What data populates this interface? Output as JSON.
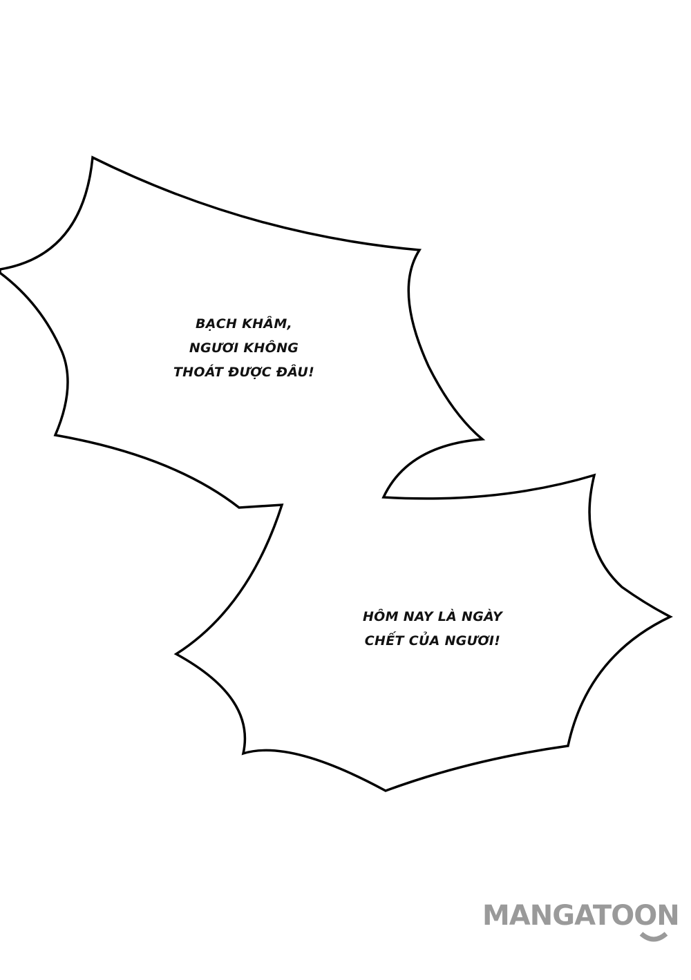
{
  "bubbles": [
    {
      "id": "bubble-1",
      "lines": [
        "BẠCH KHÂM,",
        "NGƯƠI KHÔNG",
        "THOÁT ĐƯỢC ĐÂU!"
      ]
    },
    {
      "id": "bubble-2",
      "lines": [
        "HÔM NAY LÀ NGÀY",
        "CHẾT CỦA NGƯƠI!"
      ]
    }
  ],
  "watermark": {
    "text": "MANGATOON",
    "color": "#9a9a9a"
  },
  "colors": {
    "background": "#ffffff",
    "outline": "#000000",
    "text": "#111111"
  }
}
